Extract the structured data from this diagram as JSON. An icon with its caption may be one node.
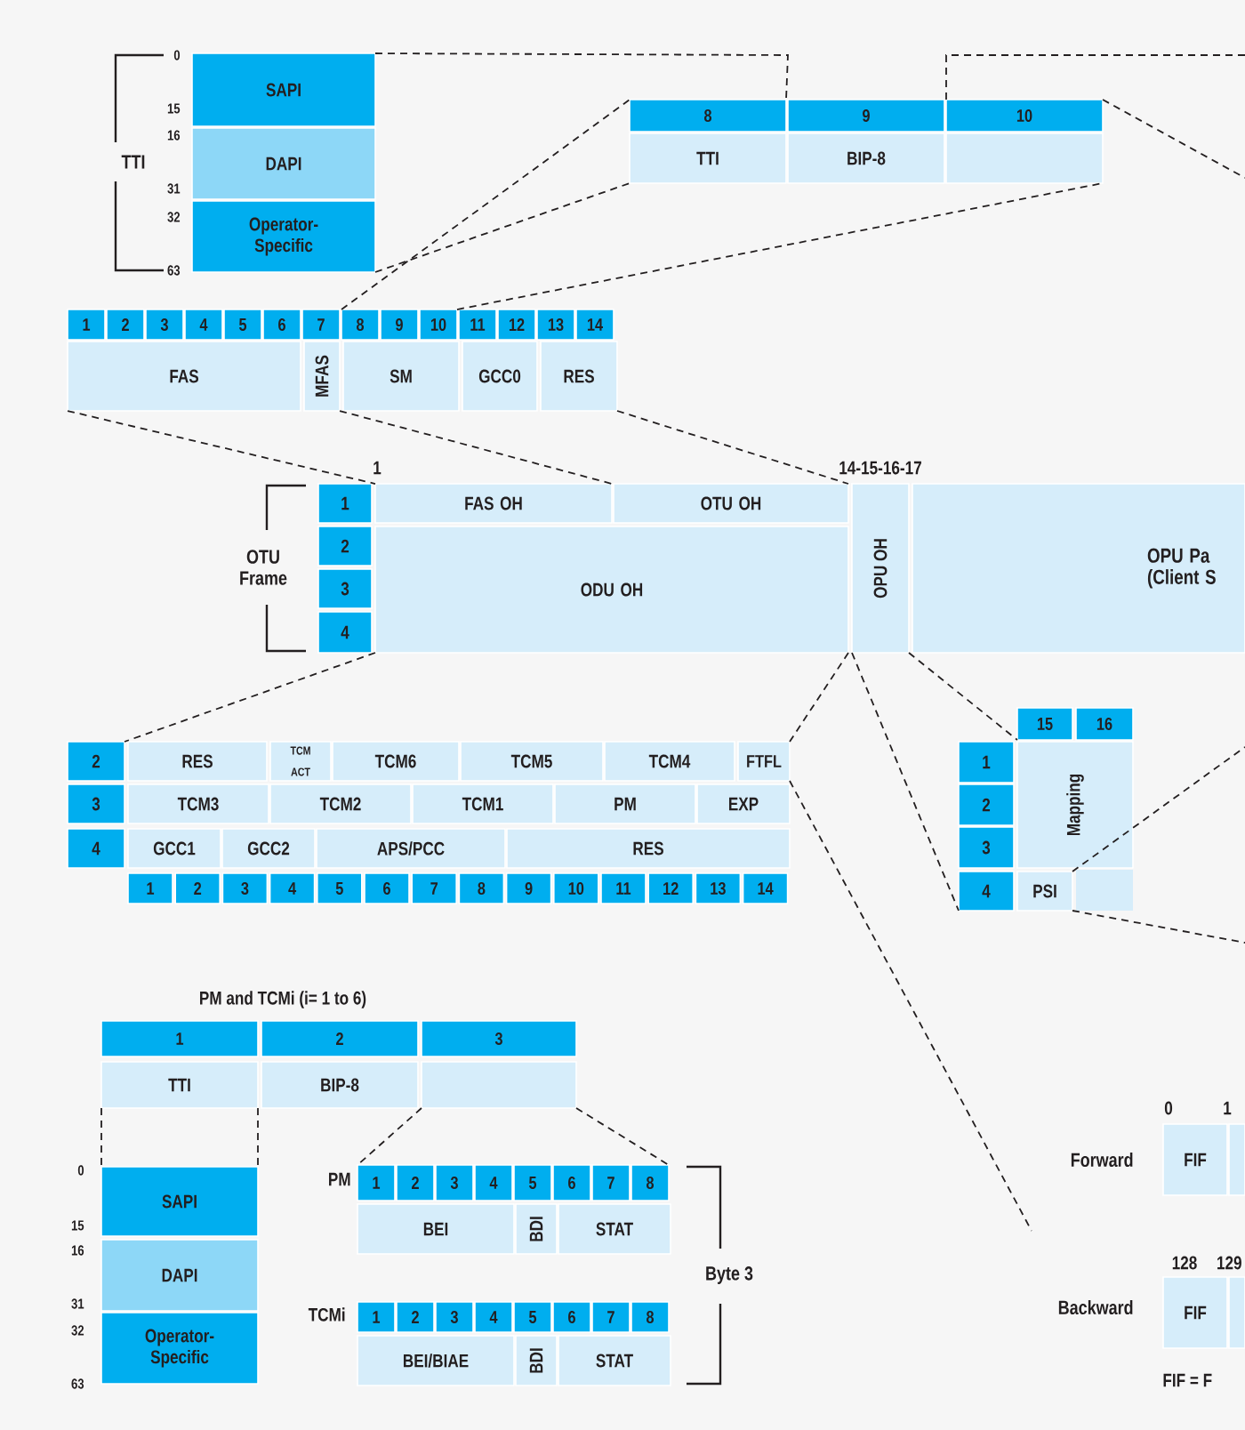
{
  "diagram": {
    "nodes": [
      {
        "text": [
          "SAPI"
        ]
      },
      {
        "text": [
          "DAPI"
        ]
      },
      {
        "text": [
          "Operator-Specific"
        ]
      },
      {
        "text": [
          "8"
        ]
      },
      {
        "text": [
          "9"
        ]
      },
      {
        "text": [
          "10"
        ]
      },
      {
        "text": [
          "TTI"
        ]
      },
      {
        "text": [
          "BIP-8"
        ]
      },
      {
        "text": [],
        "shape": "box"
      },
      {
        "text": [
          "1"
        ]
      },
      {
        "text": [
          "2"
        ]
      },
      {
        "text": [
          "3"
        ]
      },
      {
        "text": [
          "4"
        ]
      },
      {
        "text": [
          "5"
        ]
      },
      {
        "text": [
          "6"
        ]
      },
      {
        "text": [
          "7"
        ]
      },
      {
        "text": [
          "8"
        ]
      },
      {
        "text": [
          "9"
        ]
      },
      {
        "text": [
          "10"
        ]
      },
      {
        "text": [
          "11"
        ]
      },
      {
        "text": [
          "12"
        ]
      },
      {
        "text": [
          "13"
        ]
      },
      {
        "text": [
          "14"
        ]
      },
      {
        "text": [
          "FAS"
        ]
      },
      {
        "text": [
          "MFAS"
        ]
      },
      {
        "text": [
          "SM"
        ]
      },
      {
        "text": [
          "GCC0"
        ]
      },
      {
        "text": [
          "RES"
        ]
      },
      {
        "text": [
          "1"
        ]
      },
      {
        "text": [
          "2"
        ]
      },
      {
        "text": [
          "3"
        ]
      },
      {
        "text": [
          "4"
        ]
      },
      {
        "text": [
          "FAS OH"
        ]
      },
      {
        "text": [
          "OTU OH"
        ]
      },
      {
        "text": [
          "ODU OH"
        ]
      },
      {
        "text": [
          "OPU OH"
        ]
      },
      {
        "text": [
          "OPU Pa (Client S"
        ]
      },
      {
        "text": [
          "2"
        ]
      },
      {
        "text": [
          "3"
        ]
      },
      {
        "text": [
          "4"
        ]
      },
      {
        "text": [
          "RES"
        ]
      },
      {
        "text": [
          "TCM ACT"
        ]
      },
      {
        "text": [
          "TCM6"
        ]
      },
      {
        "text": [
          "TCM5"
        ]
      },
      {
        "text": [
          "TCM4"
        ]
      },
      {
        "text": [
          "FTFL"
        ]
      },
      {
        "text": [
          "TCM3"
        ]
      },
      {
        "text": [
          "TCM2"
        ]
      },
      {
        "text": [
          "TCM1"
        ]
      },
      {
        "text": [
          "PM"
        ]
      },
      {
        "text": [
          "EXP"
        ]
      },
      {
        "text": [
          "GCC1"
        ]
      },
      {
        "text": [
          "GCC2"
        ]
      },
      {
        "text": [
          "APS/PCC"
        ]
      },
      {
        "text": [
          "RES"
        ]
      },
      {
        "text": [
          "1"
        ]
      },
      {
        "text": [
          "2"
        ]
      },
      {
        "text": [
          "3"
        ]
      },
      {
        "text": [
          "4"
        ]
      },
      {
        "text": [
          "5"
        ]
      },
      {
        "text": [
          "6"
        ]
      },
      {
        "text": [
          "7"
        ]
      },
      {
        "text": [
          "8"
        ]
      },
      {
        "text": [
          "9"
        ]
      },
      {
        "text": [
          "10"
        ]
      },
      {
        "text": [
          "11"
        ]
      },
      {
        "text": [
          "12"
        ]
      },
      {
        "text": [
          "13"
        ]
      },
      {
        "text": [
          "14"
        ]
      },
      {
        "text": [
          "15"
        ]
      },
      {
        "text": [
          "16"
        ]
      },
      {
        "text": [
          "1"
        ]
      },
      {
        "text": [
          "2"
        ]
      },
      {
        "text": [
          "3"
        ]
      },
      {
        "text": [
          "4"
        ]
      },
      {
        "text": [
          "Mapping"
        ]
      },
      {
        "text": [
          "PSI"
        ]
      },
      {
        "text": [
          "1"
        ]
      },
      {
        "text": [
          "2"
        ]
      },
      {
        "text": [
          "3"
        ]
      },
      {
        "text": [
          "TTI"
        ]
      },
      {
        "text": [
          "BIP-8"
        ]
      },
      {
        "text": [],
        "shape": "box"
      },
      {
        "text": [
          "SAPI"
        ]
      },
      {
        "text": [
          "DAPI"
        ]
      },
      {
        "text": [
          "Operator-Specific"
        ]
      },
      {
        "text": [
          "1"
        ]
      },
      {
        "text": [
          "2"
        ]
      },
      {
        "text": [
          "3"
        ]
      },
      {
        "text": [
          "4"
        ]
      },
      {
        "text": [
          "5"
        ]
      },
      {
        "text": [
          "6"
        ]
      },
      {
        "text": [
          "7"
        ]
      },
      {
        "text": [
          "8"
        ]
      },
      {
        "text": [
          "BEI"
        ]
      },
      {
        "text": [
          "BDI"
        ]
      },
      {
        "text": [
          "STAT"
        ]
      },
      {
        "text": [
          "1"
        ]
      },
      {
        "text": [
          "2"
        ]
      },
      {
        "text": [
          "3"
        ]
      },
      {
        "text": [
          "4"
        ]
      },
      {
        "text": [
          "5"
        ]
      },
      {
        "text": [
          "6"
        ]
      },
      {
        "text": [
          "7"
        ]
      },
      {
        "text": [
          "8"
        ]
      },
      {
        "text": [
          "BEI/BIAE"
        ]
      },
      {
        "text": [
          "BDI"
        ]
      },
      {
        "text": [
          "STAT"
        ]
      },
      {
        "text": [
          "FIF"
        ]
      },
      {
        "text": [],
        "shape": "box"
      },
      {
        "text": [
          "FIF"
        ]
      },
      {
        "text": [],
        "shape": "box"
      }
    ],
    "edges": [
      {
        "from": 0,
        "to": 3,
        "arrow": "none",
        "style": "dashed"
      },
      {
        "from": 2,
        "to": 6,
        "arrow": "none",
        "style": "dashed"
      },
      {
        "from": 16,
        "to": 3,
        "arrow": "none",
        "style": "dashed"
      },
      {
        "from": 18,
        "to": 8,
        "arrow": "none",
        "style": "dashed"
      },
      {
        "from": 5,
        "to": null,
        "arrow": "none",
        "style": "dashed"
      },
      {
        "from": 5,
        "to": null,
        "arrow": "none",
        "style": "dashed"
      },
      {
        "from": 23,
        "to": 32,
        "arrow": "none",
        "style": "dashed"
      },
      {
        "from": 24,
        "to": 32,
        "arrow": "none",
        "style": "dashed"
      },
      {
        "from": 27,
        "to": 33,
        "arrow": "none",
        "style": "dashed"
      },
      {
        "from": 34,
        "to": 37,
        "arrow": "none",
        "style": "dashed"
      },
      {
        "from": 34,
        "to": 45,
        "arrow": "none",
        "style": "dashed"
      },
      {
        "from": 45,
        "to": null,
        "arrow": "none",
        "style": "dashed"
      },
      {
        "from": 35,
        "to": 74,
        "arrow": "none",
        "style": "dashed"
      },
      {
        "from": 35,
        "to": 69,
        "arrow": "none",
        "style": "dashed"
      },
      {
        "from": 76,
        "to": null,
        "arrow": "none",
        "style": "dashed"
      },
      {
        "from": 76,
        "to": null,
        "arrow": "none",
        "style": "dashed"
      },
      {
        "from": 80,
        "to": 83,
        "arrow": "none",
        "style": "dashed"
      },
      {
        "from": 80,
        "to": 83,
        "arrow": "none",
        "style": "dashed"
      },
      {
        "from": 82,
        "to": 86,
        "arrow": "none",
        "style": "dashed"
      },
      {
        "from": 82,
        "to": 93,
        "arrow": "none",
        "style": "dashed"
      }
    ],
    "labels": [
      "TTI",
      "0",
      "15",
      "16",
      "31",
      "32",
      "63",
      "1",
      "14-15-16-17",
      "OTU Frame",
      "PM and TCMi (i= 1 to 6)",
      "0",
      "15",
      "16",
      "31",
      "32",
      "63",
      "PM",
      "TCMi",
      "Byte 3",
      "0",
      "1",
      "Forward",
      "128",
      "129",
      "Backward",
      "FIF = F"
    ]
  }
}
